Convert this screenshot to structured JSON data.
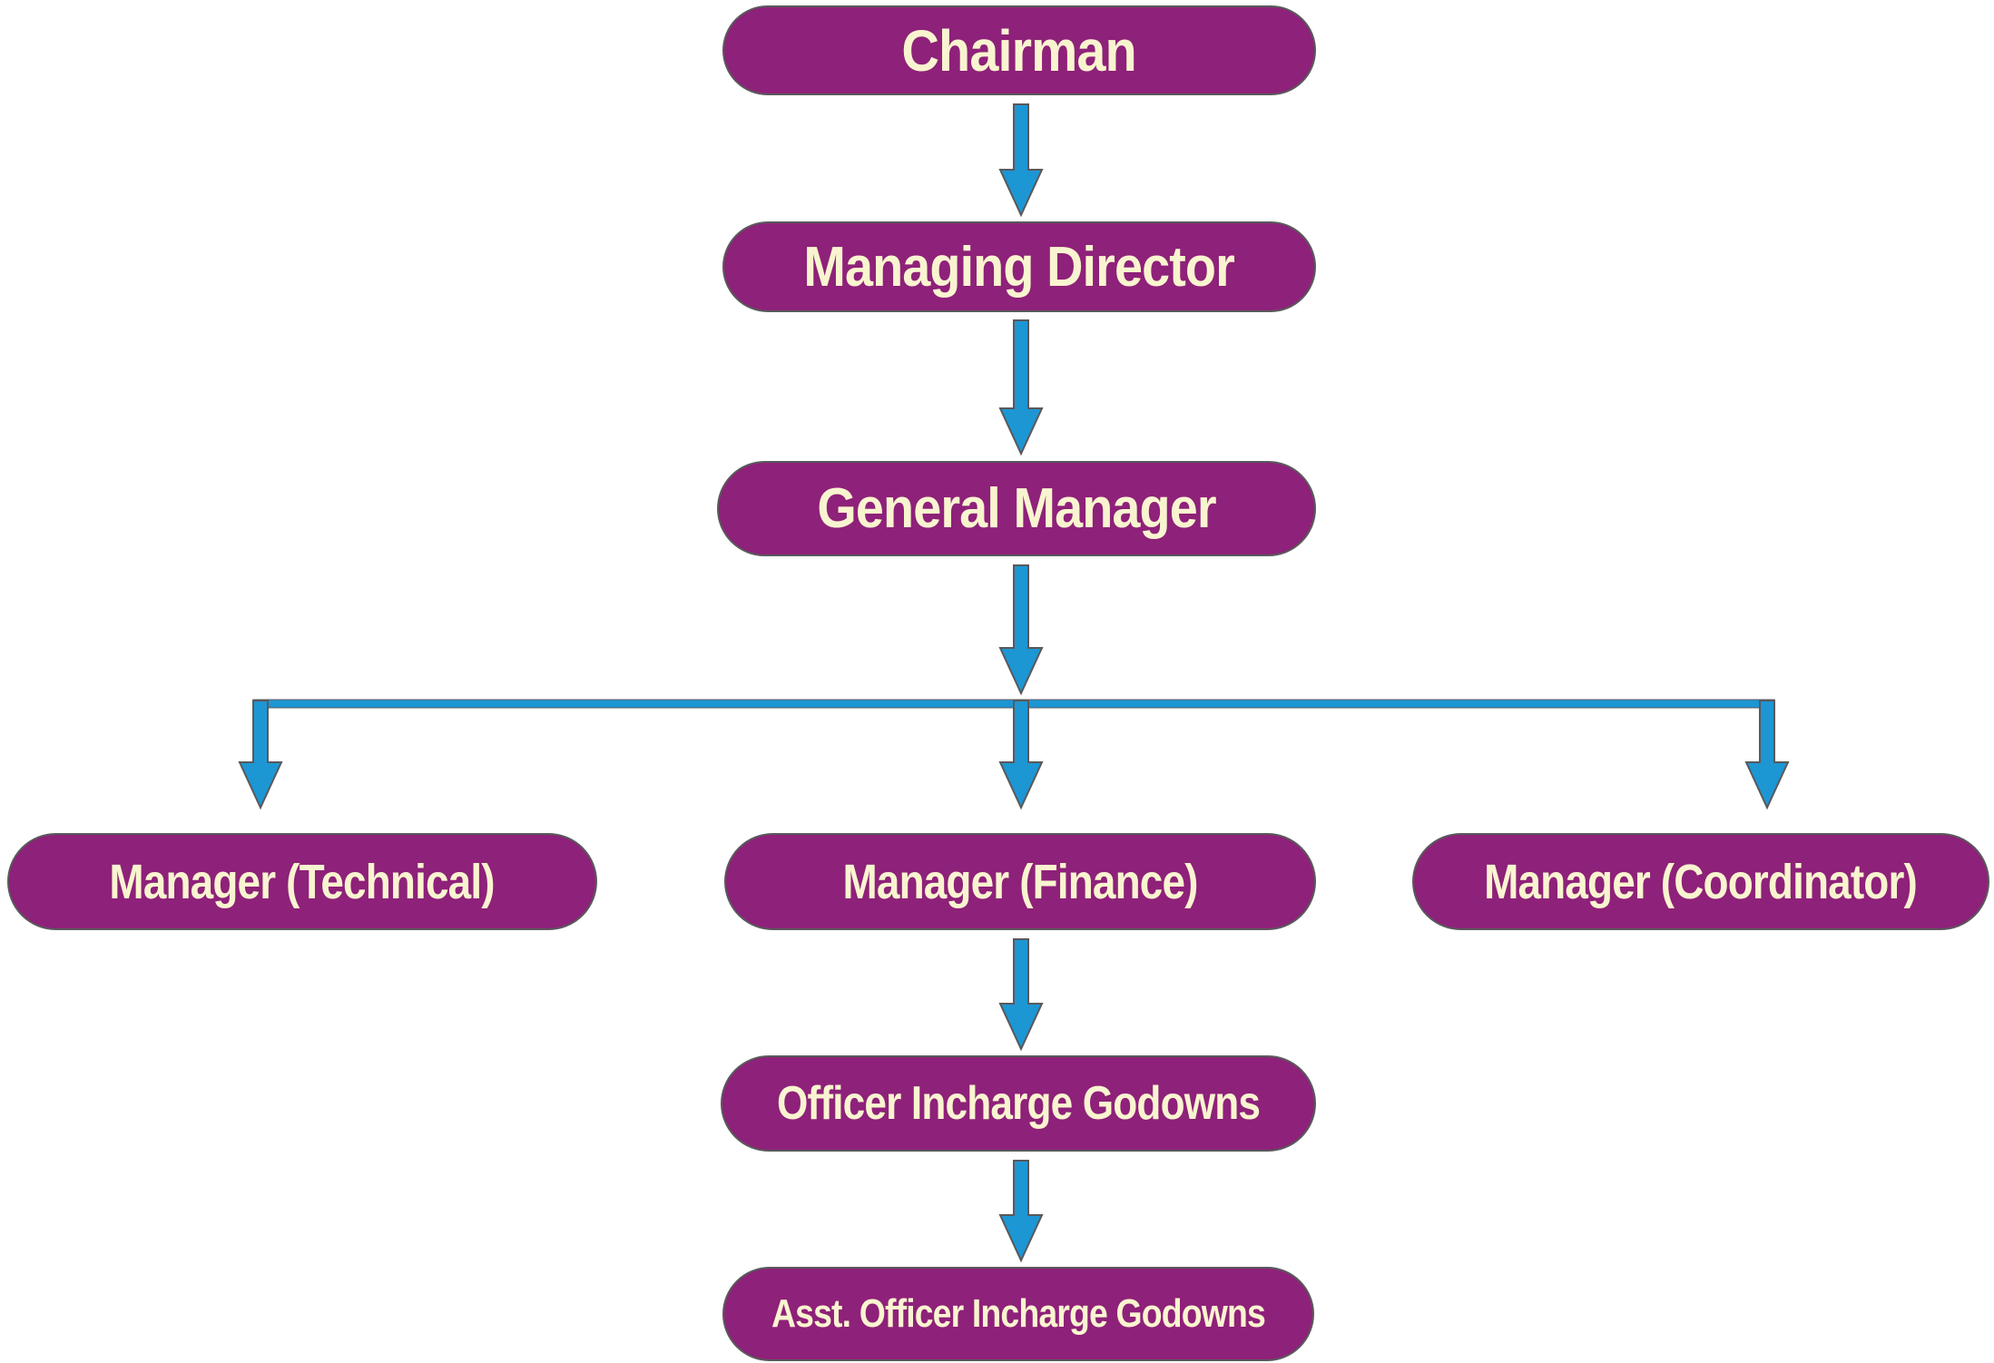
{
  "colors": {
    "node_fill": "#8E2179",
    "node_text": "#F9F4D0",
    "arrow_fill": "#1D96D4",
    "outline": "#59595B",
    "background": "#FFFFFF"
  },
  "nodes": {
    "chairman": {
      "label": "Chairman"
    },
    "managing_director": {
      "label": "Managing Director"
    },
    "general_manager": {
      "label": "General Manager"
    },
    "manager_technical": {
      "label": "Manager (Technical)"
    },
    "manager_finance": {
      "label": "Manager (Finance)"
    },
    "manager_coordinator": {
      "label": "Manager (Coordinator)"
    },
    "officer_incharge_godowns": {
      "label": "Officer Incharge Godowns"
    },
    "asst_officer_incharge_godowns": {
      "label": "Asst. Officer Incharge Godowns"
    }
  },
  "edges": [
    {
      "from": "Chairman",
      "to": "Managing Director"
    },
    {
      "from": "Managing Director",
      "to": "General Manager"
    },
    {
      "from": "General Manager",
      "to": "Manager (Technical)"
    },
    {
      "from": "General Manager",
      "to": "Manager (Finance)"
    },
    {
      "from": "General Manager",
      "to": "Manager (Coordinator)"
    },
    {
      "from": "Manager (Finance)",
      "to": "Officer Incharge Godowns"
    },
    {
      "from": "Officer Incharge Godowns",
      "to": "Asst. Officer Incharge Godowns"
    }
  ]
}
